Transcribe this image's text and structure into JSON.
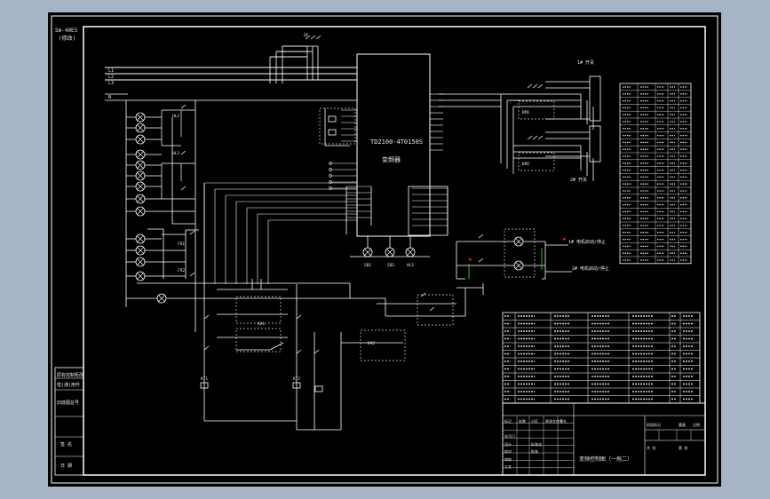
{
  "colors": {
    "background": "#a7b3c6",
    "sheet": "#000000",
    "wire": "#ffffff",
    "dashed": "#d8d8d8",
    "accent_red": "#e02020",
    "accent_green": "#29c229"
  },
  "drawing": {
    "corner_tag": "Sm-40E5",
    "corner_tag2": "(修改)",
    "inverter_model": "TD2100-4T0150S",
    "inverter_name": "变频器",
    "title_block_name": "变频控制图（一拖二）",
    "left_strip": [
      "原有控制柜改",
      "借(通)用件",
      "旧底图总号",
      "签 名",
      "日 期"
    ],
    "pump_blocks": [
      "1# 开关",
      "2# 开关"
    ],
    "right_labels": [
      "1# 电机启动/停止",
      "2# 电机启动/停止"
    ],
    "bus_labels": [
      "L1",
      "L2",
      "L3",
      "N"
    ],
    "components": [
      "QF",
      "KM1",
      "KM2",
      "FR1",
      "FR2",
      "SB1",
      "SB2",
      "HL1",
      "HL2",
      "HL3",
      "KA1",
      "KA2",
      "KT1",
      "KT2"
    ],
    "title_cells": [
      "标记",
      "处数",
      "分区",
      "更改文件号",
      "签名",
      "年月日",
      "设计",
      "校对",
      "审核",
      "工艺",
      "标准化",
      "批准",
      "阶段标记",
      "重量",
      "比例",
      "共 张",
      "第 张"
    ]
  }
}
